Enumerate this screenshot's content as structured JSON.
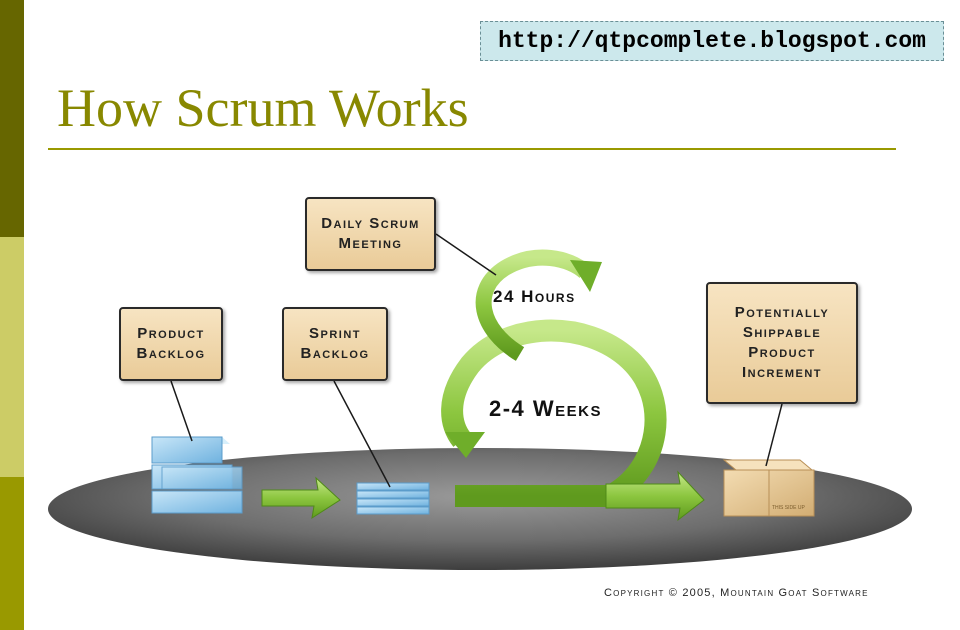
{
  "header": {
    "url": "http://qtpcomplete.blogspot.com",
    "title": "How Scrum Works"
  },
  "diagram": {
    "product_backlog": [
      "Product",
      "Backlog"
    ],
    "sprint_backlog": [
      "Sprint",
      "Backlog"
    ],
    "daily_scrum": [
      "Daily Scrum",
      "Meeting"
    ],
    "hours_label": "24 Hours",
    "weeks_label": "2-4 Weeks",
    "increment": [
      "Potentially",
      "Shippable",
      "Product",
      "Increment"
    ],
    "box_print": "THIS SIDE UP",
    "copyright": "Copyright © 2005, Mountain Goat Software"
  },
  "colors": {
    "stripe_dark": "#666600",
    "stripe_light": "#cccc66",
    "stripe_mid": "#999900",
    "title": "#888800",
    "arrow_green": "#8cc63f",
    "backlog_blue": "#8fc7ea",
    "label_fill": "#f0d7ad",
    "platform": "#6d6d6d"
  }
}
